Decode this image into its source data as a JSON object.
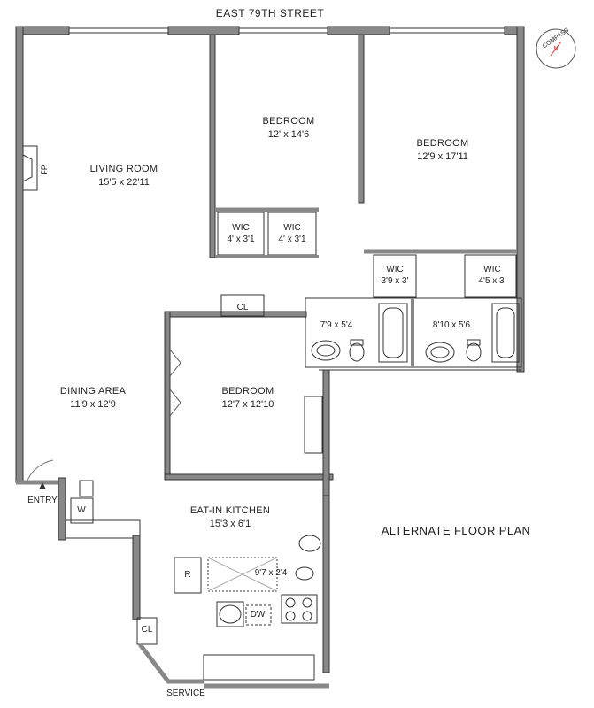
{
  "street": "EAST 79TH STREET",
  "plan_title": "ALTERNATE FLOOR PLAN",
  "compass_label": "COMPASS",
  "compass_mark": "N",
  "rooms": {
    "living": {
      "name": "LIVING ROOM",
      "dim": "15'5 x 22'11"
    },
    "bedroom1": {
      "name": "BEDROOM",
      "dim": "12' x 14'6"
    },
    "bedroom2": {
      "name": "BEDROOM",
      "dim": "12'9 x 17'11"
    },
    "bedroom3": {
      "name": "BEDROOM",
      "dim": "12'7 x 12'10"
    },
    "dining": {
      "name": "DINING AREA",
      "dim": "11'9 x 12'9"
    },
    "kitchen": {
      "name": "EAT-IN KITCHEN",
      "dim": "15'3 x 6'1"
    },
    "wic1": {
      "name": "WIC",
      "dim": "4' x 3'1"
    },
    "wic2": {
      "name": "WIC",
      "dim": "4' x 3'1"
    },
    "wic3": {
      "name": "WIC",
      "dim": "3'9 x 3'"
    },
    "wic4": {
      "name": "WIC",
      "dim": "4'5 x 3'"
    },
    "bath1": {
      "dim": "7'9 x 5'4"
    },
    "bath2": {
      "dim": "8'10 x 5'6"
    },
    "bath3": {
      "dim": "9'7 x 2'4"
    }
  },
  "fixtures": {
    "fireplace": "FP",
    "closet1": "CL",
    "closet2": "CL",
    "washer": "W",
    "fridge": "R",
    "dishwasher": "DW"
  },
  "labels": {
    "entry": "ENTRY",
    "service": "SERVICE"
  }
}
